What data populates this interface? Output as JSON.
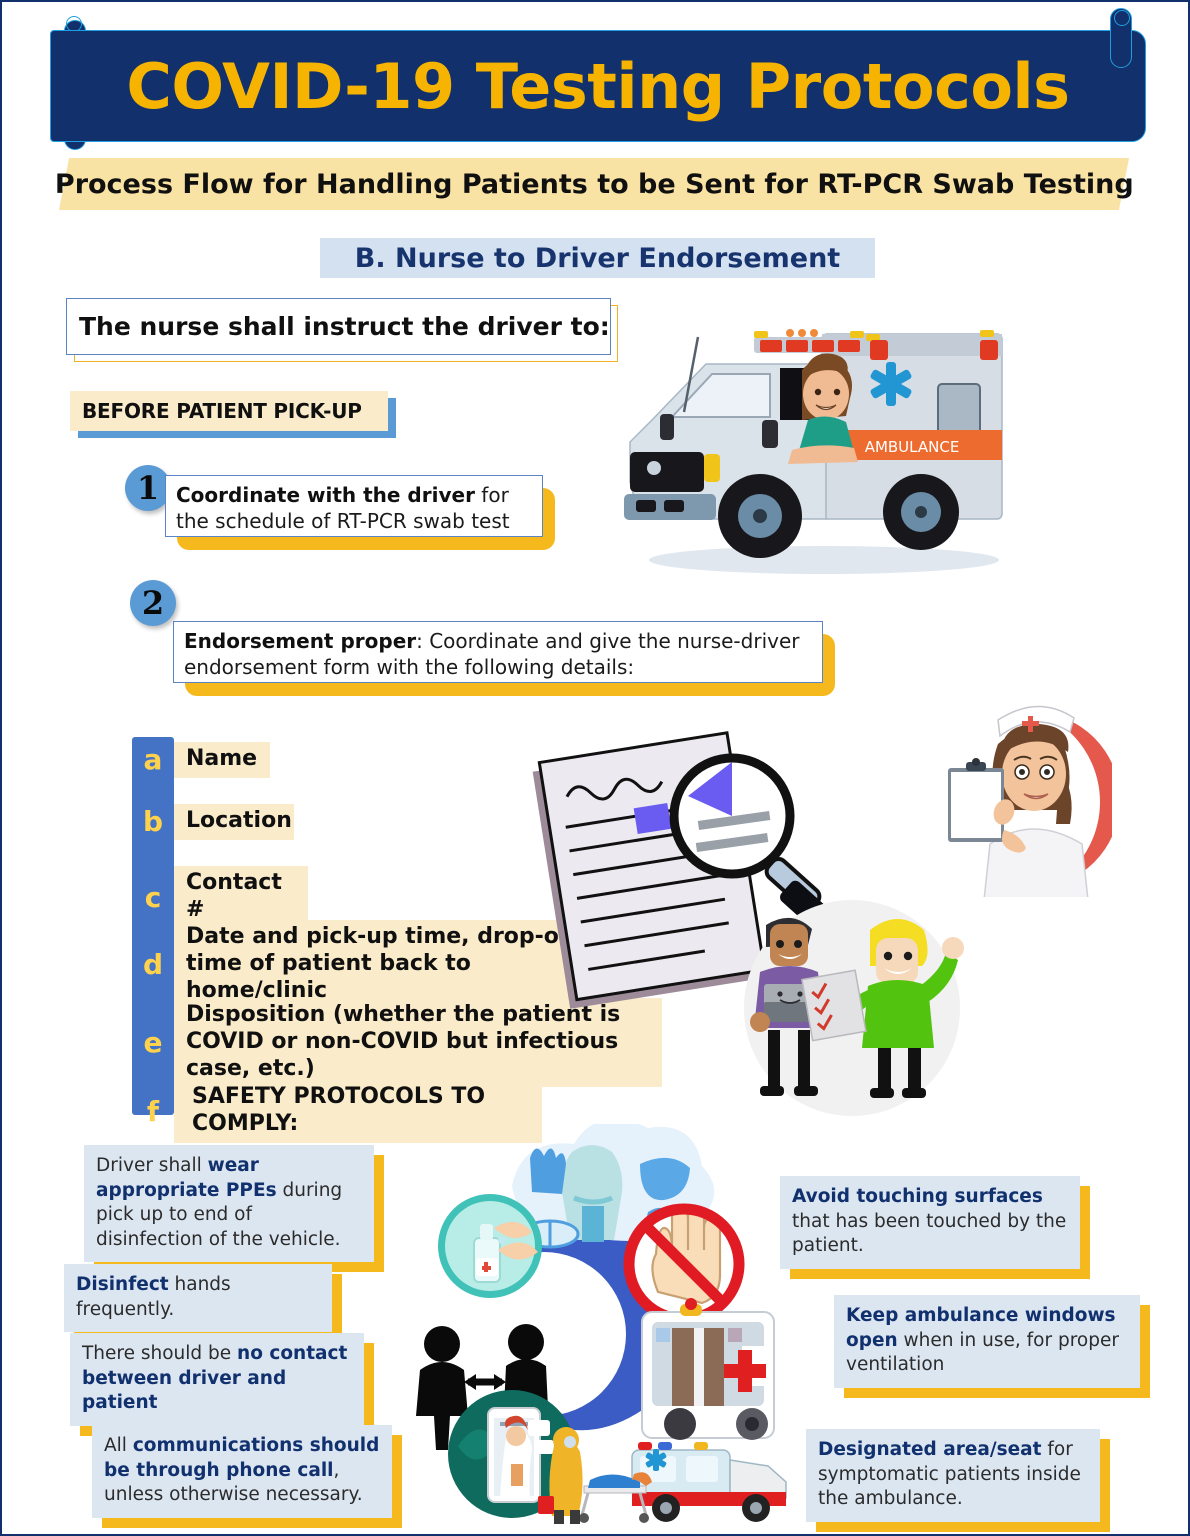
{
  "header": {
    "title": "COVID-19 Testing Protocols",
    "subtitle": "Process Flow for Handling Patients to be Sent for RT-PCR Swab Testing",
    "section": "B. Nurse to Driver Endorsement"
  },
  "intro": {
    "instruction": "The nurse shall instruct the driver to:",
    "phase_label": "BEFORE PATIENT PICK-UP"
  },
  "steps": [
    {
      "number": "1",
      "bold": "Coordinate with the driver",
      "rest": " for the schedule of RT-PCR swab test"
    },
    {
      "number": "2",
      "bold": "Endorsement proper",
      "rest": ": Coordinate and give the nurse-driver endorsement form with the following details:"
    }
  ],
  "details": [
    {
      "letter": "a",
      "text": "Name"
    },
    {
      "letter": "b",
      "text": "Location"
    },
    {
      "letter": "c",
      "text": "Contact #"
    },
    {
      "letter": "d",
      "text": "Date and pick-up time, drop-off time of patient back to home/clinic"
    },
    {
      "letter": "e",
      "text": "Disposition (whether the patient is COVID or non-COVID but infectious case, etc.)"
    },
    {
      "letter": "f",
      "text": "SAFETY PROTOCOLS TO COMPLY:"
    }
  ],
  "protocols_left": [
    {
      "pre": "Driver shall ",
      "bold": "wear appropriate PPEs",
      "post": " during pick up to end of disinfection of the vehicle."
    },
    {
      "pre": "",
      "bold": "Disinfect",
      "post": " hands frequently."
    },
    {
      "pre": "There should be ",
      "bold": "no contact between driver and patient",
      "post": ""
    },
    {
      "pre": "All ",
      "bold": "communications should be through phone call",
      "post": ", unless otherwise necessary."
    }
  ],
  "protocols_right": [
    {
      "pre": "",
      "bold": "Avoid touching surfaces",
      "post": " that has been touched by the patient."
    },
    {
      "pre": "",
      "bold": "Keep ambulance windows open",
      "post": " when in use, for proper ventilation"
    },
    {
      "pre": "",
      "bold": "Designated area/seat",
      "post": " for symptomatic patients inside the ambulance."
    }
  ],
  "illustrations": {
    "ambulance_label": "AMBULANCE",
    "icons": [
      "ambulance-with-driver-illustration",
      "document-magnifier-illustration",
      "nurse-with-clipboard-illustration",
      "two-people-checklist-illustration",
      "ppe-set-icon",
      "hand-sanitizer-icon",
      "no-touch-hand-icon",
      "social-distance-icon",
      "ambulance-rear-icon",
      "telemedicine-phone-icon",
      "patient-stretcher-ambulance-icon"
    ]
  },
  "colors": {
    "navy": "#12306b",
    "gold": "#f6b400",
    "cream": "#f9e3a4",
    "light_blue": "#dce6f1",
    "bar_blue": "#4472c4",
    "accent_yellow": "#f5b91d",
    "circle_blue": "#5b9bd5"
  }
}
